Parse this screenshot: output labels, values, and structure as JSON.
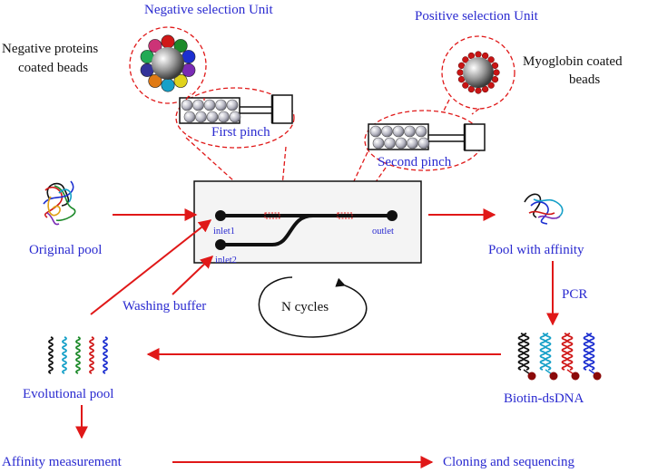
{
  "negative_unit": {
    "title": "Negative selection Unit",
    "beads_label_line1": "Negative proteins",
    "beads_label_line2": "coated beads",
    "pinch_label": "First pinch"
  },
  "positive_unit": {
    "title": "Positive selection Unit",
    "beads_label_line1": "Myoglobin coated",
    "beads_label_line2": "beads",
    "pinch_label": "Second pinch"
  },
  "chip": {
    "inlet1": "inlet1",
    "inlet2": "inlet2",
    "outlet": "outlet"
  },
  "labels": {
    "original_pool": "Original pool",
    "pool_with_affinity": "Pool with affinity",
    "pcr": "PCR",
    "washing_buffer": "Washing buffer",
    "n_cycles": "N cycles",
    "biotin_dsdna": "Biotin-dsDNA",
    "evolutional_pool": "Evolutional pool",
    "affinity_measurement": "Affinity measurement",
    "cloning_and_sequencing": "Cloning and sequencing"
  },
  "colors": {
    "arrow": "#e01818",
    "text_blue": "#2a2ad0",
    "chip_fill": "#f4f4f4",
    "myoglobin_bead_dot": "#c81414"
  },
  "negative_bead_colors": [
    "#d01818",
    "#1d8a2a",
    "#1c2fd0",
    "#7a2bb5",
    "#e0d21c",
    "#16a0c8",
    "#e07a14",
    "#333399",
    "#22aa55",
    "#cc3377"
  ]
}
